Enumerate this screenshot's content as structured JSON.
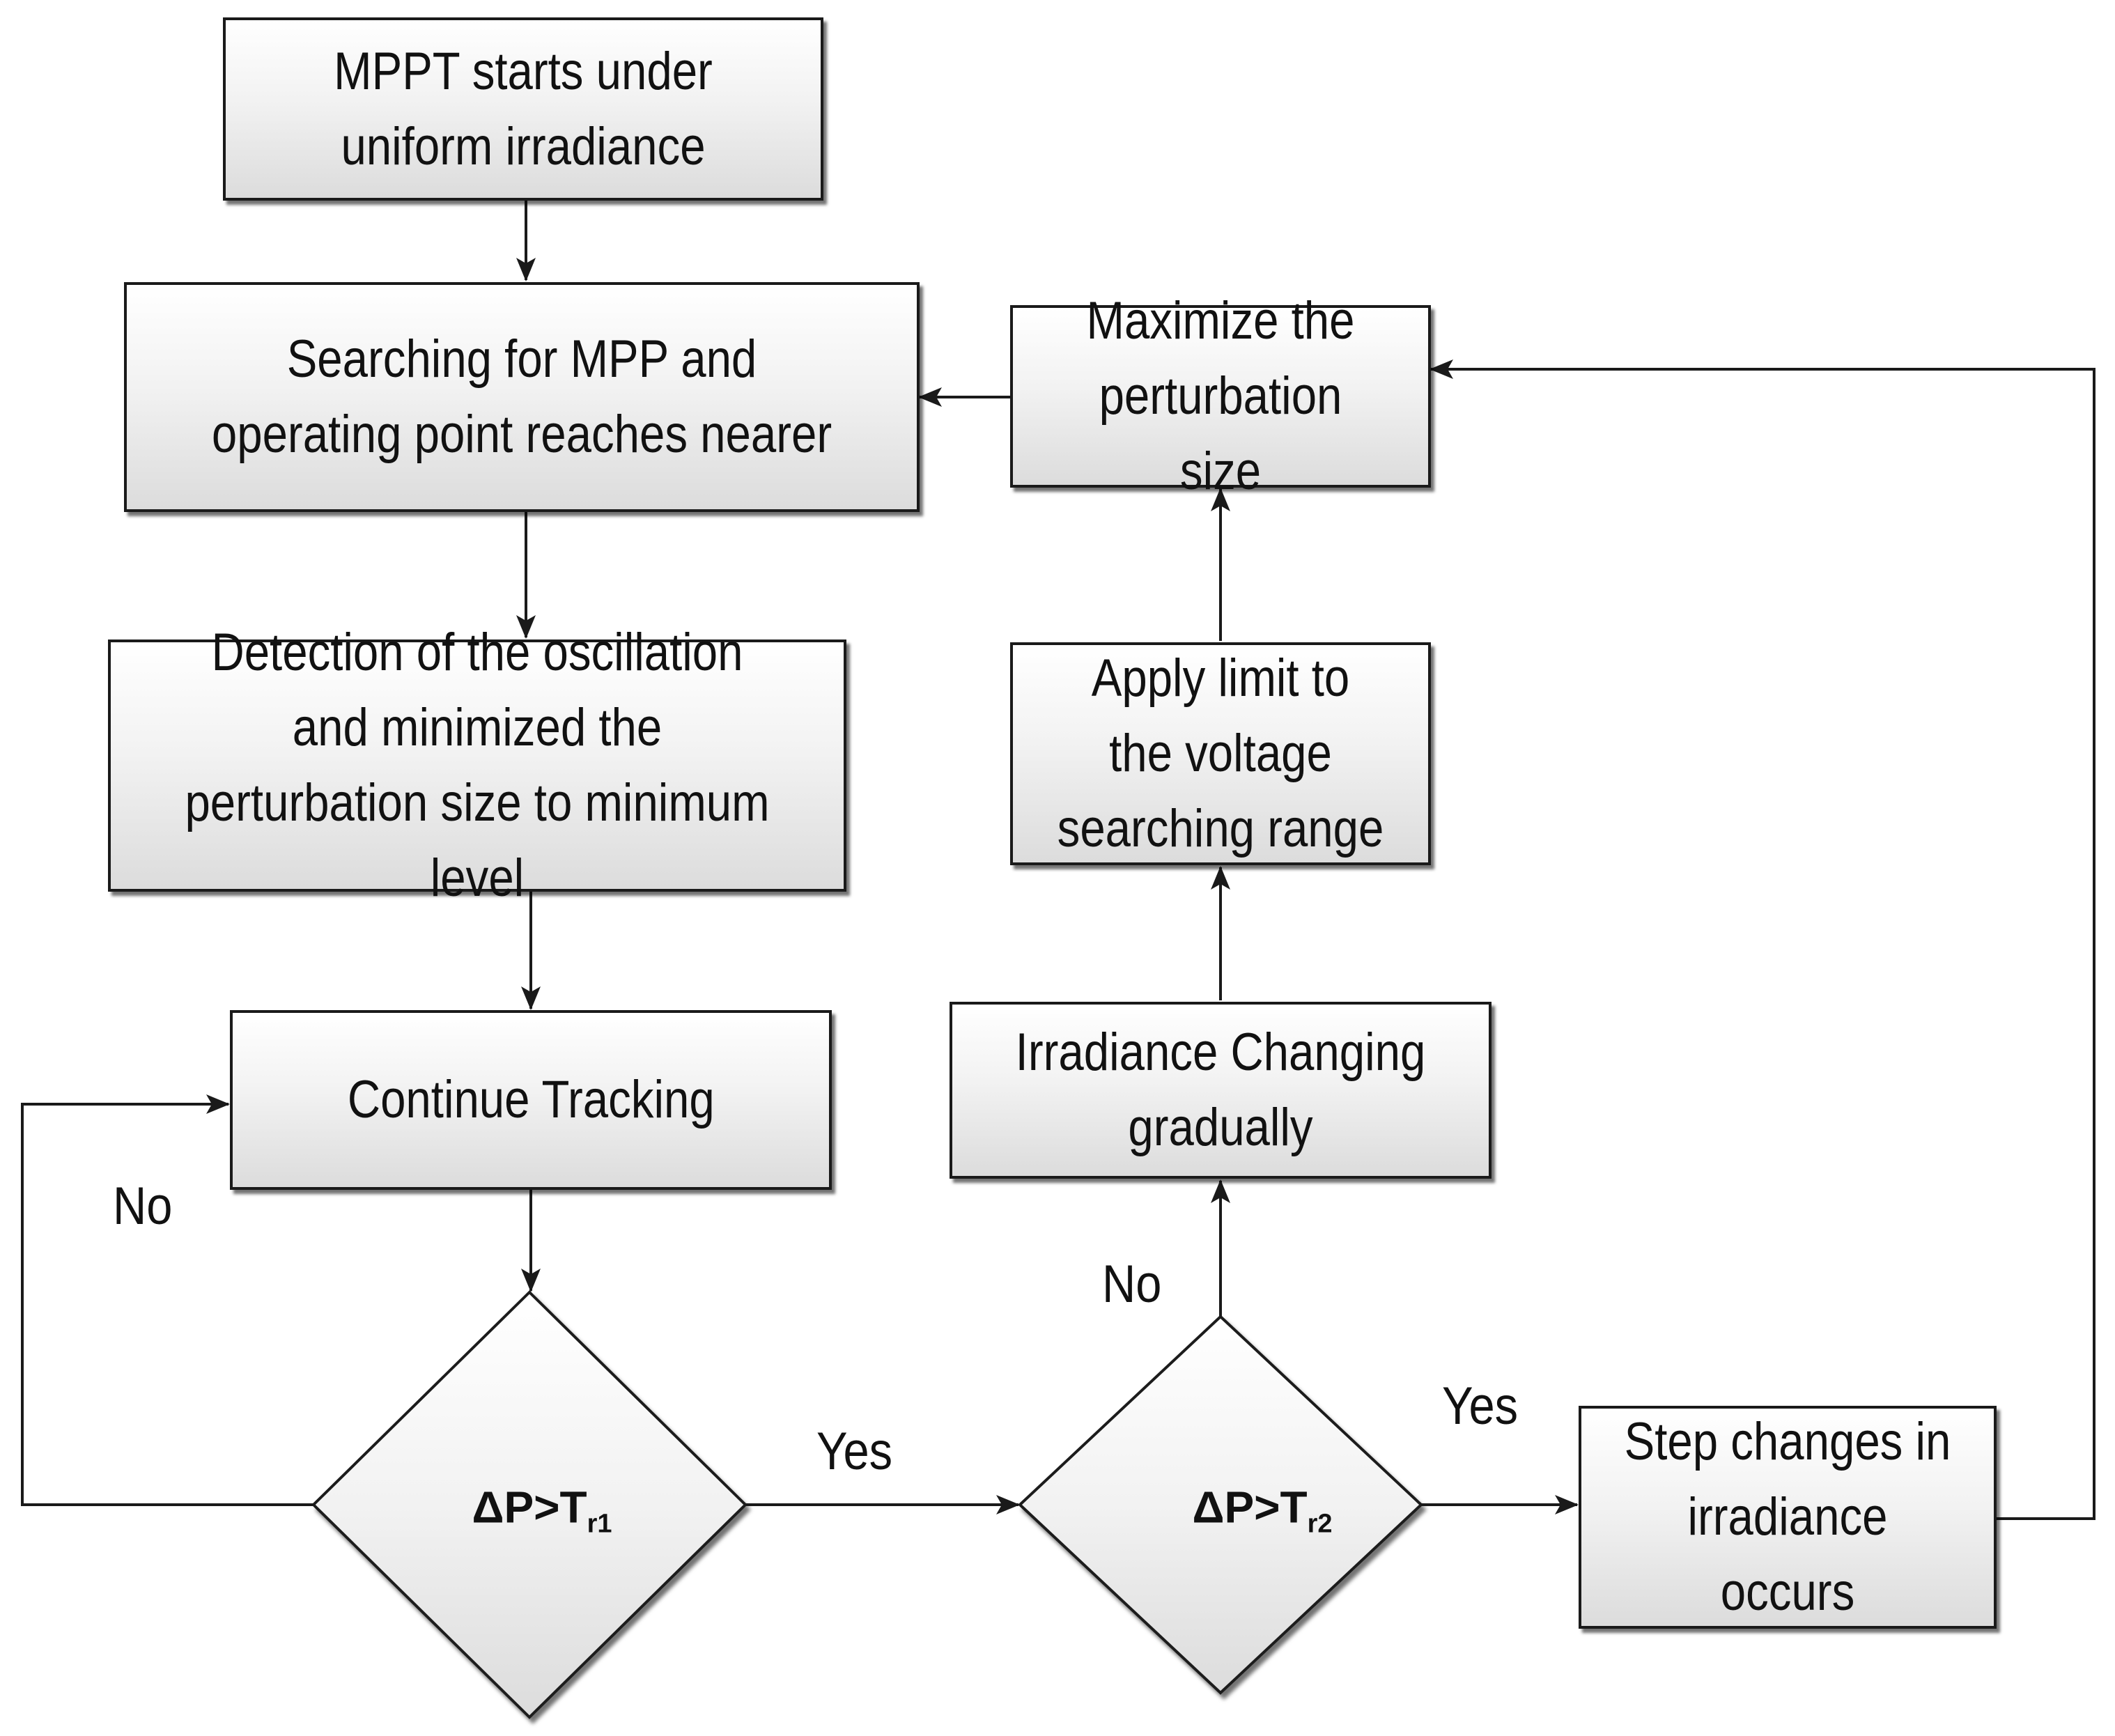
{
  "nodes": {
    "start": "MPPT starts under uniform irradiance",
    "search": "Searching for MPP and operating point reaches nearer",
    "detect": "Detection of the oscillation and minimized the perturbation size to minimum level",
    "continue": "Continue Tracking",
    "decision1": {
      "lhs": "ΔP>T",
      "sub": "r1"
    },
    "decision2": {
      "lhs": "ΔP>T",
      "sub": "r2"
    },
    "step": "Step changes in irradiance occurs",
    "gradual": "Irradiance Changing gradually",
    "apply": "Apply limit to the voltage searching range",
    "maximize": "Maximize the perturbation size"
  },
  "labels": {
    "d1_no": "No",
    "d1_yes": "Yes",
    "d2_no": "No",
    "d2_yes": "Yes"
  },
  "colors": {
    "line": "#1a1a1a",
    "box_fill_top": "#ffffff",
    "box_fill_bottom": "#dcdcdc"
  }
}
